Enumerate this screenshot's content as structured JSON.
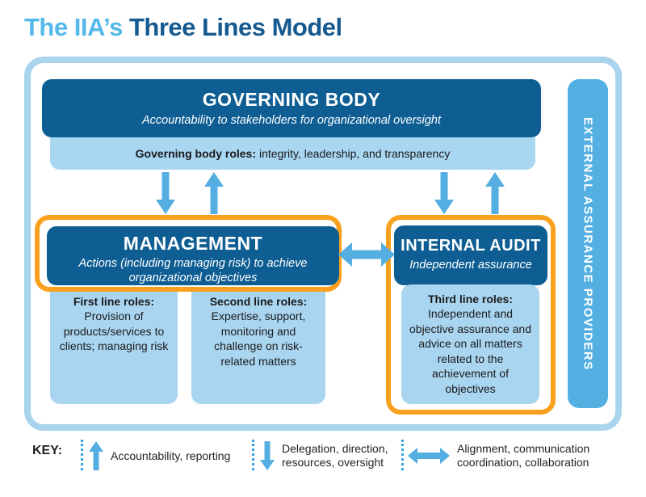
{
  "title": {
    "light": "The IIA’s",
    "dark": "Three Lines Model"
  },
  "colors": {
    "dark_blue": "#0e5e93",
    "light_blue_fill": "#a9d5f0",
    "frame_border": "#a9d4ee",
    "arrow_blue": "#54aee2",
    "external_bar_blue": "#54b0e3",
    "orange_border": "#f9a11e",
    "title_light_blue": "#55b8eb",
    "title_dark_blue": "#14598f",
    "text_dark": "#231f20"
  },
  "governing_body": {
    "title": "GOVERNING BODY",
    "subtitle": "Accountability to stakeholders for organizational oversight",
    "roles_label": "Governing body roles:",
    "roles_text": "integrity, leadership, and transparency"
  },
  "management": {
    "title": "MANAGEMENT",
    "subtitle": "Actions (including managing risk) to achieve organizational objectives"
  },
  "internal_audit": {
    "title": "INTERNAL AUDIT",
    "subtitle": "Independent assurance"
  },
  "first_line": {
    "heading": "First line roles:",
    "body": "Provision of products/services to clients; managing risk"
  },
  "second_line": {
    "heading": "Second line roles:",
    "body": "Expertise, support, monitoring and challenge on risk-related matters"
  },
  "third_line": {
    "heading": "Third line roles:",
    "body": "Independent and objective assurance and advice on all matters related to the achievement of objectives"
  },
  "external_assurance": {
    "label": "EXTERNAL ASSURANCE PROVIDERS"
  },
  "key": {
    "label": "KEY:",
    "items": [
      {
        "icon": "up-arrow-icon",
        "text": "Accountability, reporting"
      },
      {
        "icon": "down-arrow-icon",
        "text": "Delegation, direction, resources, oversight"
      },
      {
        "icon": "double-arrow-icon",
        "text": "Alignment, communication coordination, collaboration"
      }
    ]
  }
}
